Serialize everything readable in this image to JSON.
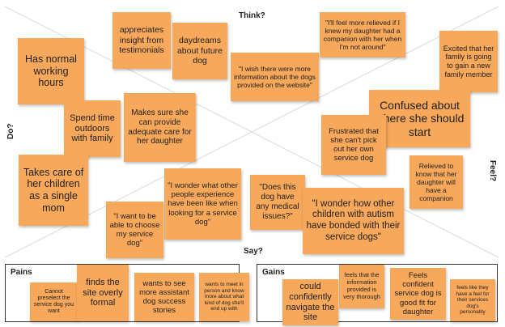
{
  "quadrants": {
    "think": "Think?",
    "feel": "Feel?",
    "say": "Say?",
    "do": "Do?"
  },
  "pains": {
    "title": "Pains",
    "notes": [
      "Cannot preselect the service dog you want",
      "finds the site overly formal",
      "wants to see more assistant dog success stories",
      "wants to meet in person and know more about what kind of dog she'll end up with"
    ]
  },
  "gains": {
    "title": "Gains",
    "notes": [
      "could confidently navigate the site",
      "feels that the information provided is very thorough",
      "Feels confident service dog is good fit for daughter",
      "feels like they have a feel for their services dog's personality"
    ]
  },
  "think_notes": [
    "appreciates insight from testimonials",
    "daydreams about future dog",
    "\"I wish there were more information about the dogs provided on the website\"",
    "\"I'll feel more relieved if I knew my daughter had a companion with her when I'm not around\""
  ],
  "feel_notes": [
    "Excited that her family is going to gain a new family member",
    "Confused about where she should start",
    "Frustrated that she can't pick out her own service dog",
    "Relieved to know that her daughter will have a companion"
  ],
  "do_notes": [
    "Has normal working hours",
    "Spend time outdoors with family",
    "Makes sure she can provide adequate care for her daughter",
    "Takes care of her children as a single mom"
  ],
  "say_notes": [
    "\"I want to be able to choose my service dog\"",
    "\"I wonder what other people experience have been like when looking for a service dog\"",
    "\"Does this dog have any medical issues?\"",
    "\"I wonder how other children with autism have bonded with their service dogs\""
  ],
  "colors": {
    "note": "#f7a85a",
    "lines": "#d9d9d9",
    "box_border": "#333333"
  }
}
